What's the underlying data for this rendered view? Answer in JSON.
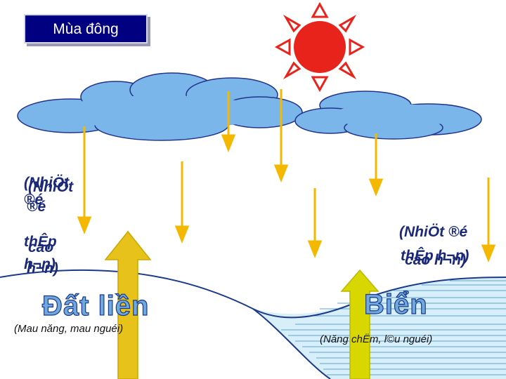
{
  "title": "Mùa đông",
  "left_label": {
    "layer_a": [
      "(NhiÖt",
      "®é",
      "thÊp",
      "h¬n)"
    ],
    "layer_b": [
      "(NhiÖt",
      "®é",
      "cao",
      "h¬n)"
    ]
  },
  "right_label": {
    "line1": "(NhiÖt ®é",
    "line2_a": "thÊp h¬n)",
    "line2_b": "cao h¬n)"
  },
  "land_name": "Đất liền",
  "sea_name": "Biển",
  "land_note": "(Mau năng, mau nguéi)",
  "sea_note": "(Năng chËm, l©u nguéi)",
  "colors": {
    "title_bg": "#000080",
    "sun": "#e8231c",
    "cloud": "#78b4e8",
    "ray": "#f5b800",
    "big_arrow": "#d8c000",
    "sea": "#cfe8f8",
    "text": "#1a2a78"
  }
}
